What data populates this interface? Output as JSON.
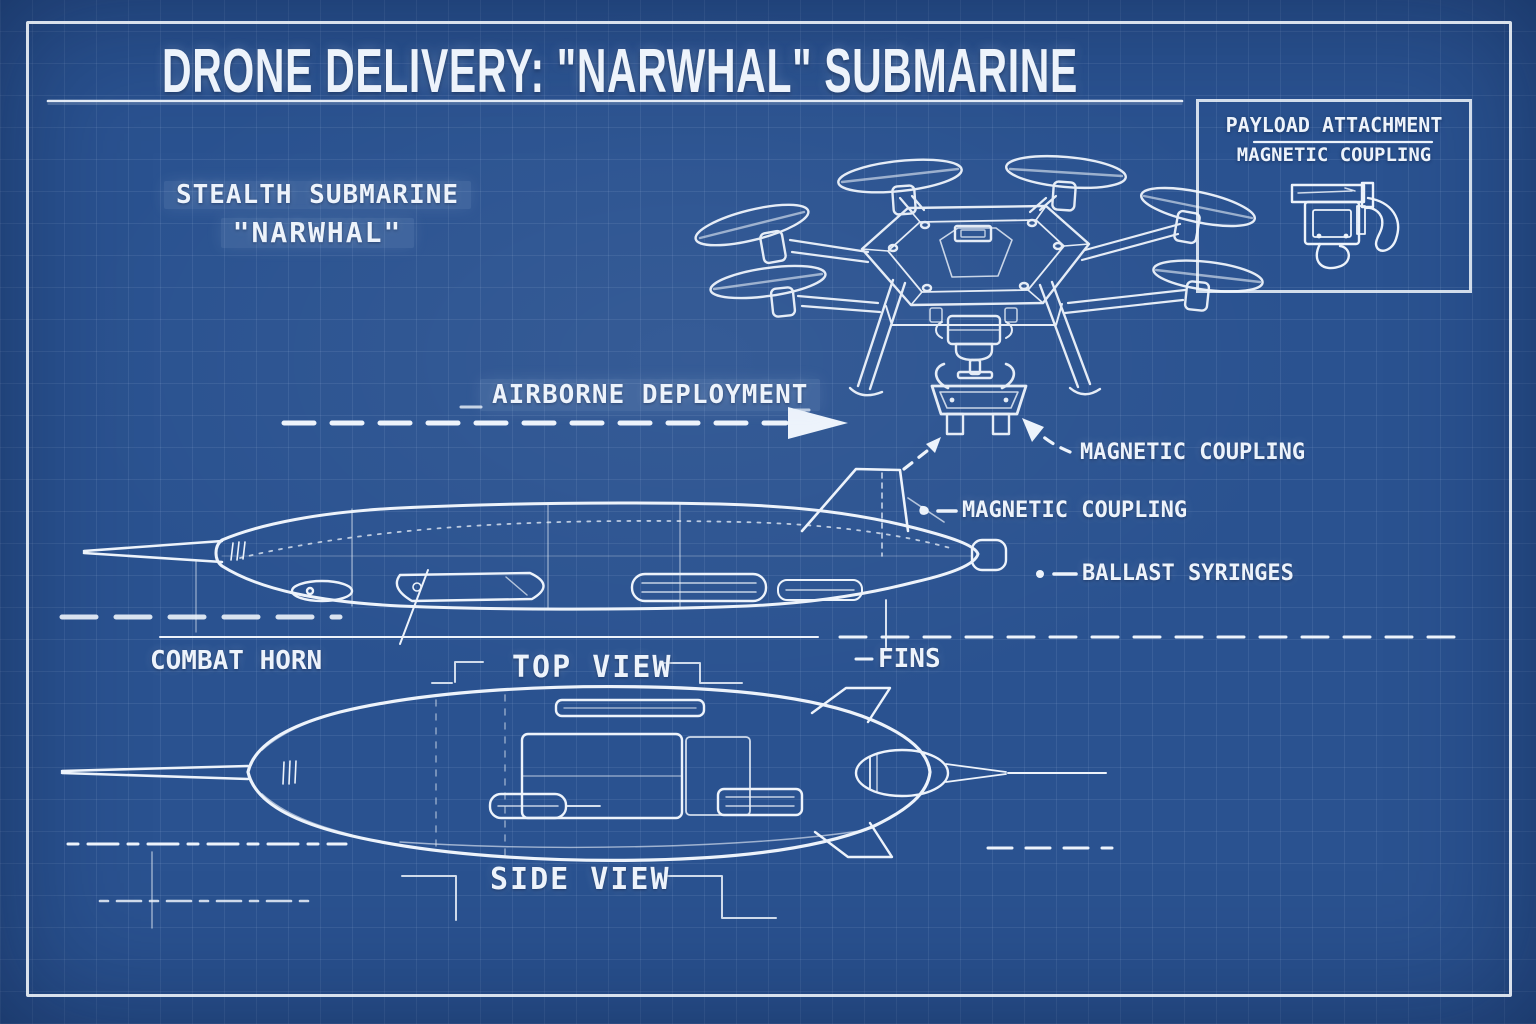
{
  "header": {
    "title": "DRONE DELIVERY: \"NARWHAL\" SUBMARINE"
  },
  "callouts": {
    "stealth": {
      "line1": "STEALTH SUBMARINE",
      "line2": "\"NARWHAL\""
    },
    "airborne_deployment": "AIRBORNE DEPLOYMENT",
    "magnetic_coupling_drone": "MAGNETIC COUPLING",
    "magnetic_coupling_sail": "MAGNETIC COUPLING",
    "ballast_syringes": "BALLAST SYRINGES",
    "combat_horn": "COMBAT HORN",
    "fins": "FINS"
  },
  "views": {
    "top": "TOP VIEW",
    "side": "SIDE VIEW"
  },
  "payload_panel": {
    "title": "PAYLOAD ATTACHMENT",
    "subtitle": "MAGNETIC COUPLING",
    "icon": "magnetic-coupling-icon"
  },
  "icons": {
    "drone": "hexacopter-drone",
    "coupling": "magnetic-coupling-icon",
    "submarine_top": "submarine-top-view",
    "submarine_side": "submarine-side-view",
    "deployment_arrow": "dashed-arrow-right"
  },
  "colors": {
    "background": "#2a5290",
    "ink": "#edf3fb",
    "grid": "#b9cdf0"
  }
}
